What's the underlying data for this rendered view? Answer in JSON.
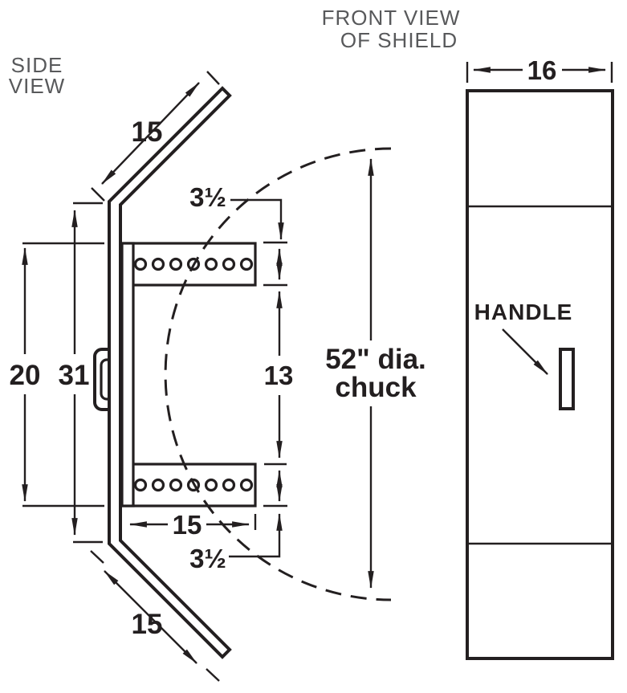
{
  "side_view": {
    "title_line1": "SIDE",
    "title_line2": "VIEW",
    "dims": {
      "top_flange_length": "15",
      "bottom_flange_length": "15",
      "bracket_outer_span": "20",
      "flat_panel_height": "31",
      "bracket_height_top": "3½",
      "bracket_height_bottom": "3½",
      "between_brackets": "13",
      "bracket_length": "15"
    },
    "chuck_note_line1": "52\" dia.",
    "chuck_note_line2": "chuck"
  },
  "front_view": {
    "title_line1": "FRONT VIEW",
    "title_line2": "OF SHIELD",
    "dims": {
      "shield_width": "16"
    },
    "handle_label": "HANDLE"
  },
  "colors": {
    "line": "#231f20",
    "label_gray": "#58595b",
    "background": "#ffffff"
  }
}
